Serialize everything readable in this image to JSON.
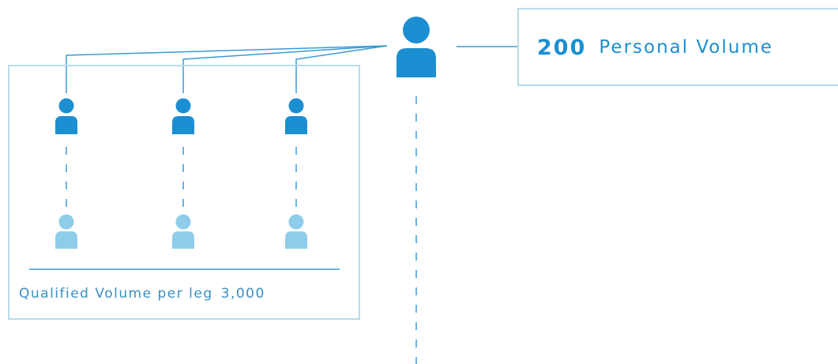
{
  "personal_volume": {
    "value": "200",
    "label": "Personal Volume"
  },
  "qualified_volume": {
    "label": "Qualified Volume per leg",
    "value": "3,000"
  },
  "icons": {
    "top_person": "person-icon",
    "leg_person": "person-icon",
    "downline_person": "person-icon"
  },
  "colors": {
    "primary_blue": "#1b8fd1",
    "light_blue": "#8ecdea",
    "line_blue": "#3a9bd5",
    "box_border": "#b7dcec"
  }
}
